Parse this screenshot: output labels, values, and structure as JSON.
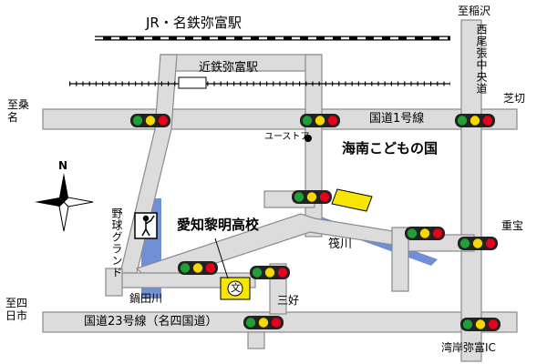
{
  "labels": {
    "jr_station": "JR・名鉄弥富駅",
    "kintetsu_station": "近鉄弥富駅",
    "to_inazawa": "至稲沢",
    "to_kuwana": "至桑名",
    "to_yokkaichi": "至四日市",
    "nishibi_road": "西尾張中央道",
    "shibakiri": "芝切",
    "route_1": "国道1号線",
    "ustore": "ユーストア",
    "kainan": "海南こどもの国",
    "high_school": "愛知黎明高校",
    "chikuma": "筏川",
    "baseball": "野球グランド",
    "nabeta": "鍋田川",
    "miyoshi": "三好",
    "juho": "重宝",
    "route_23": "国道23号線（名四国道）",
    "wangan_ic": "湾岸弥富IC",
    "north": "N",
    "school_symbol": "文"
  },
  "colors": {
    "road_fill": "#dcdcdc",
    "road_edge": "#8a8a8a",
    "river": "#6f8fd6",
    "rail": "#000000",
    "signal_red": "#e8001c",
    "signal_yellow": "#f4d800",
    "signal_green": "#21a038",
    "facility_yellow": "#f7e600"
  }
}
